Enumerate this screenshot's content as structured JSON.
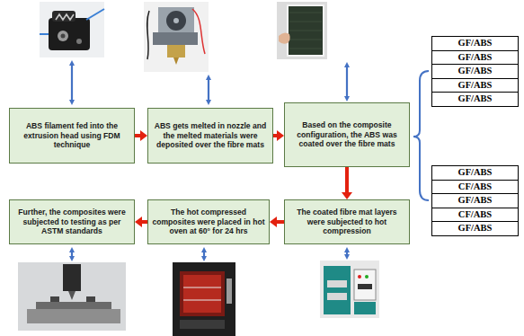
{
  "diagram": {
    "nodes": [
      {
        "text": [
          "ABS filament fed into the extrusion head using FDM technique"
        ]
      },
      {
        "text": [
          "ABS gets melted in nozzle and the melted materials were deposited over the fibre mats"
        ]
      },
      {
        "text": [
          "Based on the composite configuration, the ABS was coated over the fibre mats"
        ]
      },
      {
        "text": [
          "Further, the composites were subjected to testing as per ASTM standards"
        ]
      },
      {
        "text": [
          "The hot compressed composites were placed in hot oven at 60° for 24 hrs"
        ]
      },
      {
        "text": [
          "The coated fibre mat layers were subjected to hot compression"
        ]
      }
    ],
    "edges": [
      {
        "from": 0,
        "to": 1,
        "arrow": "to"
      },
      {
        "from": 1,
        "to": 2,
        "arrow": "to"
      },
      {
        "from": 2,
        "to": 5,
        "arrow": "to"
      },
      {
        "from": 5,
        "to": 4,
        "arrow": "to"
      },
      {
        "from": 4,
        "to": 3,
        "arrow": "to"
      }
    ],
    "labels": [
      "GF/ABS",
      "GF/ABS",
      "GF/ABS",
      "GF/ABS",
      "GF/ABS",
      "GF/ABS",
      "CF/ABS",
      "GF/ABS",
      "CF/ABS",
      "GF/ABS"
    ]
  }
}
